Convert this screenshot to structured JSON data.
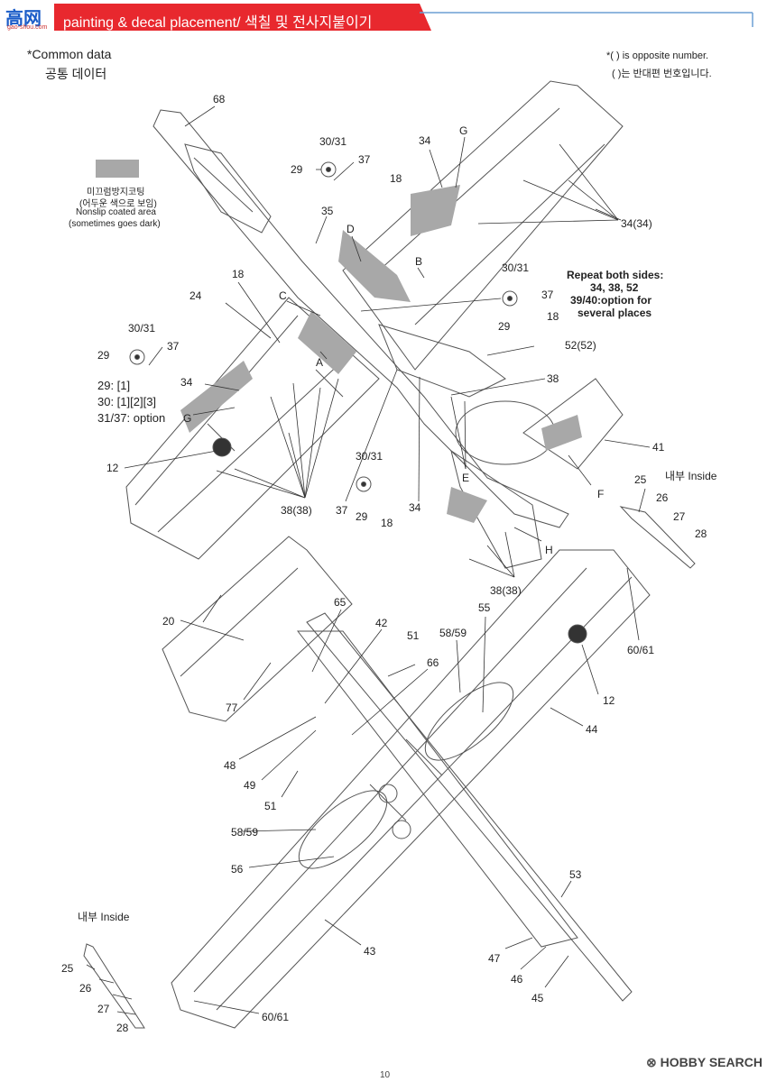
{
  "header": {
    "title": "painting & decal placement/ 색칠 및 전사지붙이기",
    "logo_main": "高网",
    "logo_sub": "gao-shou.com"
  },
  "common": {
    "line1": "*Common data",
    "line2": "공통 데이터"
  },
  "note": {
    "line1": "*(    ) is opposite number.",
    "line2": "(    )는 반대편 번호입니다."
  },
  "legend": {
    "line1": "미끄럼방지코팅",
    "line2": "(어두운 색으로 보임)",
    "line3": "Nonslip coated area",
    "line4": "(sometimes goes dark)",
    "swatch_color": "#a8a8a8"
  },
  "upper_notes": {
    "n1": "29: [1]",
    "n2": "30: [1][2][3]",
    "n3": "31/37: option"
  },
  "repeat_note": {
    "line1": "Repeat both sides:",
    "line2": "34, 38, 52",
    "line3": "39/40:option for",
    "line4": "several places"
  },
  "callouts": {
    "c68": "68",
    "c30_31a": "30/31",
    "c29a": "29",
    "c37a": "37",
    "c18a": "18",
    "c34a": "34",
    "cG1": "G",
    "c34_34": "34(34)",
    "cD": "D",
    "c35": "35",
    "cB": "B",
    "c30_31b": "30/31",
    "c37b": "37",
    "c29b": "29",
    "c18b": "18",
    "c18c": "18",
    "c24": "24",
    "cC": "C",
    "c30_31c": "30/31",
    "c29c": "29",
    "c37c": "37",
    "cA": "A",
    "c34b": "34",
    "cG2": "G",
    "c52_52": "52(52)",
    "c38a": "38",
    "c41": "41",
    "c12a": "12",
    "c38_38a": "38(38)",
    "c30_31d": "30/31",
    "c37d": "37",
    "c29d": "29",
    "c18d": "18",
    "c34c": "34",
    "cE": "E",
    "cF": "F",
    "cH": "H",
    "c38_38b": "38(38)",
    "inside_a": "내부 Inside",
    "c25a": "25",
    "c26a": "26",
    "c27a": "27",
    "c28a": "28",
    "c20": "20",
    "c65": "65",
    "c42": "42",
    "c51a": "51",
    "c66": "66",
    "c58_59a": "58/59",
    "c55": "55",
    "c60_61a": "60/61",
    "c77": "77",
    "c12b": "12",
    "c44": "44",
    "c48": "48",
    "c49": "49",
    "c51b": "51",
    "c58_59b": "58/59",
    "c56": "56",
    "c53": "53",
    "inside_b": "내부 Inside",
    "c25b": "25",
    "c26b": "26",
    "c27b": "27",
    "c28b": "28",
    "c43": "43",
    "c47": "47",
    "c46": "46",
    "c45": "45",
    "c60_61b": "60/61"
  },
  "watermark": "HOBBY SEARCH",
  "page_number": "10",
  "colors": {
    "accent_red": "#e8282e",
    "accent_blue": "#6b9fd4",
    "line": "#555555",
    "swatch": "#a8a8a8"
  }
}
